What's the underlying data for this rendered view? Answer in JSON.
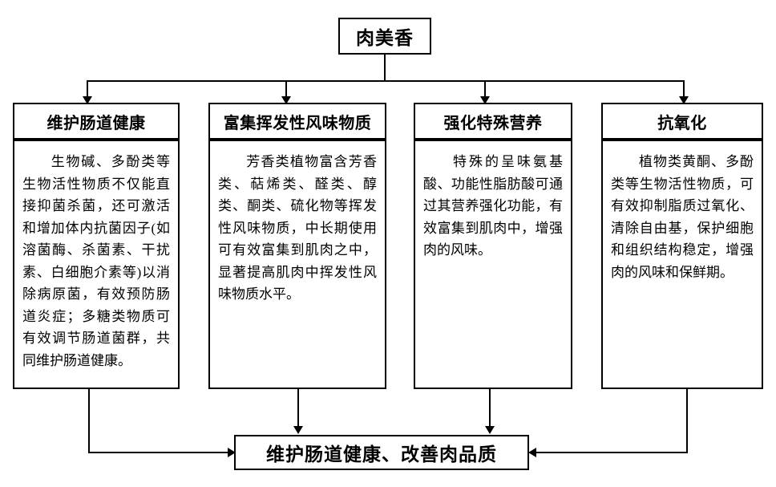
{
  "diagram": {
    "title": "肉美香",
    "columns": [
      {
        "heading": "维护肠道健康",
        "body": "生物碱、多酚类等生物活性物质不仅能直接抑菌杀菌，还可激活和增加体内抗菌因子(如溶菌酶、杀菌素、干扰素、白细胞介素等)以消除病原菌，有效预防肠道炎症；多糖类物质可有效调节肠道菌群，共同维护肠道健康。"
      },
      {
        "heading": "富集挥发性风味物质",
        "body": "芳香类植物富含芳香类、萜烯类、醛类、醇类、酮类、硫化物等挥发性风味物质，中长期使用可有效富集到肌肉之中，显著提高肌肉中挥发性风味物质水平。"
      },
      {
        "heading": "强化特殊营养",
        "body": "特殊的呈味氨基酸、功能性脂肪酸可通过其营养强化功能，有效富集到肌肉中，增强肉的风味。"
      },
      {
        "heading": "抗氧化",
        "body": "植物类黄酮、多酚类等生物活性物质，可有效抑制脂质过氧化、清除自由基，保护细胞和组织结构稳定，增强肉的风味和保鲜期。"
      }
    ],
    "outcome": "维护肠道健康、改善肉品质"
  }
}
